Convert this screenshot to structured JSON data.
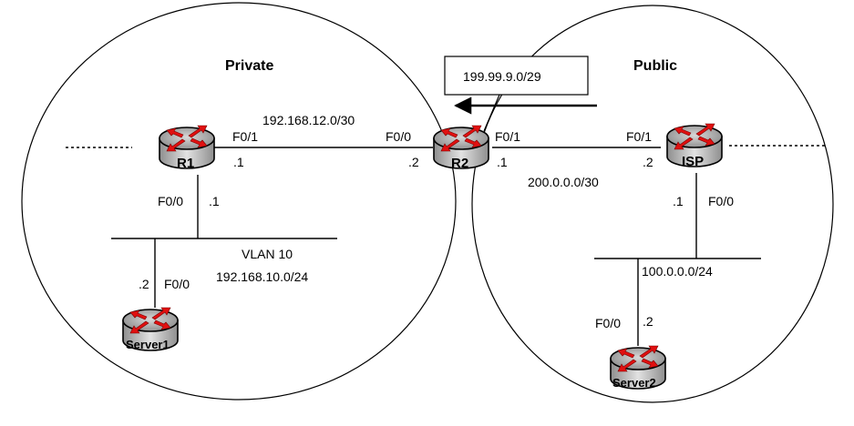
{
  "zones": {
    "private": "Private",
    "public": "Public"
  },
  "routers": {
    "r1": "R1",
    "r2": "R2",
    "isp": "ISP",
    "server1": "Server1",
    "server2": "Server2"
  },
  "networks": {
    "r1_r2": "192.168.12.0/30",
    "r2_isp": "200.0.0.0/30",
    "nat_pool": "199.99.9.0/29",
    "vlan_name": "VLAN 10",
    "vlan_net": "192.168.10.0/24",
    "isp_lan": "100.0.0.0/24"
  },
  "interfaces": {
    "r1_f01": "F0/1",
    "r1_f01_ip": ".1",
    "r1_f00": "F0/0",
    "r1_f00_ip": ".1",
    "r2_f00": "F0/0",
    "r2_f00_ip": ".2",
    "r2_f01": "F0/1",
    "r2_f01_ip": ".1",
    "isp_f01": "F0/1",
    "isp_f01_ip": ".2",
    "isp_f00": "F0/0",
    "isp_f00_ip": ".1",
    "s1_f00": "F0/0",
    "s1_f00_ip": ".2",
    "s2_f00": "F0/0",
    "s2_f00_ip": ".2"
  },
  "colors": {
    "router_top": "#9a9a9a",
    "router_body": "#b8b8b8",
    "arrow": "#e01010"
  }
}
